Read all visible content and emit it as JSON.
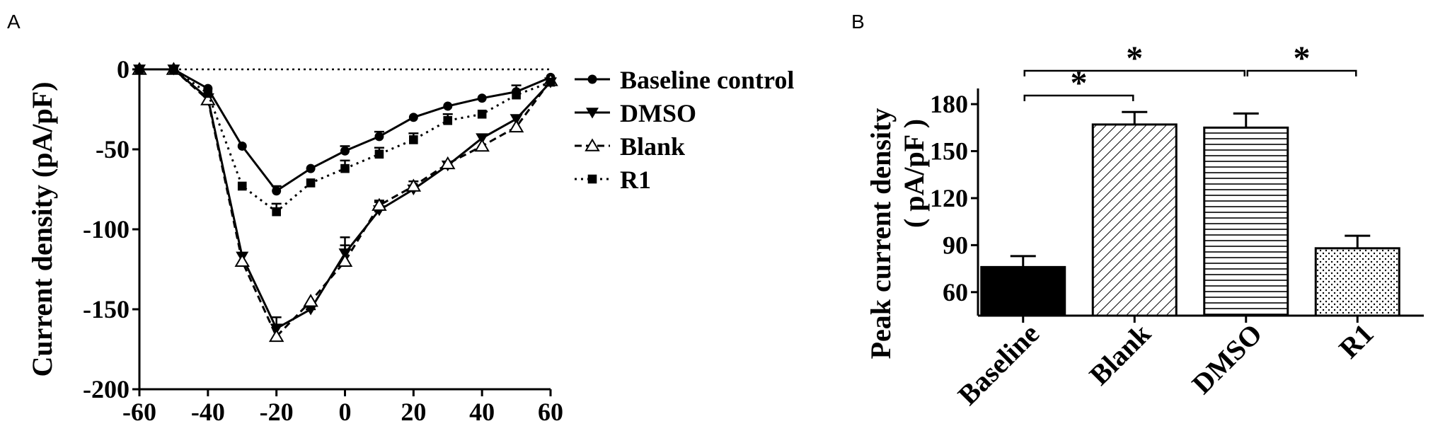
{
  "panels": {
    "a": "A",
    "b": "B"
  },
  "chart_data": [
    {
      "type": "line",
      "panel": "A",
      "title": "",
      "xlabel": "",
      "ylabel": "Current density (pA/pF)",
      "xlim": [
        -60,
        60
      ],
      "ylim": [
        -200,
        0
      ],
      "xticks": [
        -60,
        -40,
        -20,
        0,
        20,
        40,
        60
      ],
      "yticks": [
        0,
        -50,
        -100,
        -150,
        -200
      ],
      "x": [
        -60,
        -50,
        -40,
        -30,
        -20,
        -10,
        0,
        10,
        20,
        30,
        40,
        50,
        60
      ],
      "zero_line": "dotted",
      "legend_position": "right",
      "series": [
        {
          "name": "Baseline control",
          "marker": "circle",
          "dash": "solid",
          "values": [
            0,
            0,
            -12,
            -48,
            -76,
            -62,
            -51,
            -42,
            -30,
            -23,
            -18,
            -14,
            -5
          ],
          "errors": [
            0,
            0,
            0,
            0,
            3,
            0,
            3,
            3,
            0,
            0,
            0,
            4,
            0
          ]
        },
        {
          "name": "DMSO",
          "marker": "triangle-down",
          "dash": "solid",
          "values": [
            0,
            0,
            -18,
            -117,
            -162,
            -150,
            -115,
            -88,
            -75,
            -60,
            -43,
            -31,
            -8
          ],
          "errors": [
            0,
            0,
            0,
            0,
            7,
            0,
            10,
            5,
            0,
            0,
            0,
            0,
            0
          ]
        },
        {
          "name": "Blank",
          "marker": "triangle-up-open",
          "dash": "dashed",
          "values": [
            0,
            0,
            -19,
            -120,
            -167,
            -145,
            -120,
            -85,
            -73,
            -59,
            -48,
            -36,
            -7
          ],
          "errors": [
            0,
            0,
            0,
            0,
            0,
            5,
            10,
            3,
            3,
            0,
            0,
            0,
            0
          ]
        },
        {
          "name": "R1",
          "marker": "square",
          "dash": "dotted",
          "values": [
            0,
            0,
            -15,
            -73,
            -89,
            -71,
            -62,
            -53,
            -44,
            -32,
            -28,
            -16,
            -8
          ],
          "errors": [
            0,
            0,
            0,
            0,
            5,
            0,
            5,
            4,
            4,
            4,
            0,
            0,
            0
          ]
        }
      ]
    },
    {
      "type": "bar",
      "panel": "B",
      "title": "",
      "xlabel": "",
      "ylabel": "Peak current density (pA/pF)",
      "ylabel_lines": [
        "Peak current density",
        "( pA/pF )"
      ],
      "ylim": [
        45,
        190
      ],
      "yticks": [
        60,
        90,
        120,
        150,
        180
      ],
      "categories": [
        "Baseline",
        "Blank",
        "DMSO",
        "R1"
      ],
      "values": [
        76,
        167,
        165,
        88
      ],
      "errors": [
        7,
        8,
        9,
        8
      ],
      "fills": [
        "solid-black",
        "diagonal-hatch",
        "horizontal-lines",
        "dotted"
      ],
      "significance": [
        {
          "from": "Baseline",
          "to": "Blank",
          "label": "*"
        },
        {
          "from": "Baseline",
          "to": "DMSO",
          "label": "*"
        },
        {
          "from": "DMSO",
          "to": "R1",
          "label": "*"
        }
      ]
    }
  ]
}
